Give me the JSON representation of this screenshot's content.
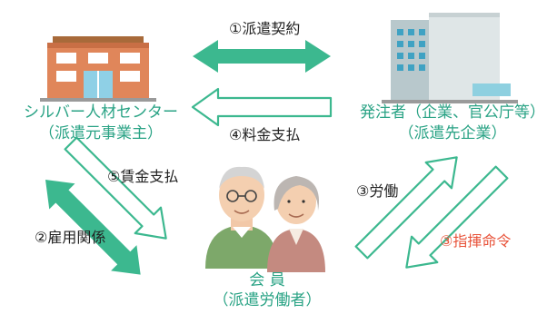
{
  "colors": {
    "teal": "#2aa385",
    "arrow_fill": "#3cb88f",
    "arrow_outline": "#3cb88f",
    "red": "#e8533a",
    "text": "#222222"
  },
  "nodes": {
    "silver_center": {
      "name": "シルバー人材センター",
      "sub": "（派遣元事業主）",
      "icon": "building-icon"
    },
    "client": {
      "name": "発注者（企業、官公庁等）",
      "sub": "（派遣先企業）",
      "icon": "office-tower-icon"
    },
    "member": {
      "name": "会 員",
      "sub": "（派遣労働者）",
      "icon": "elderly-couple-icon"
    }
  },
  "relations": {
    "r1": "①派遣契約",
    "r2": "②雇用関係",
    "r3a": "③労働",
    "r3b": "③指揮命令",
    "r4": "④料金支払",
    "r5": "⑤賃金支払"
  }
}
